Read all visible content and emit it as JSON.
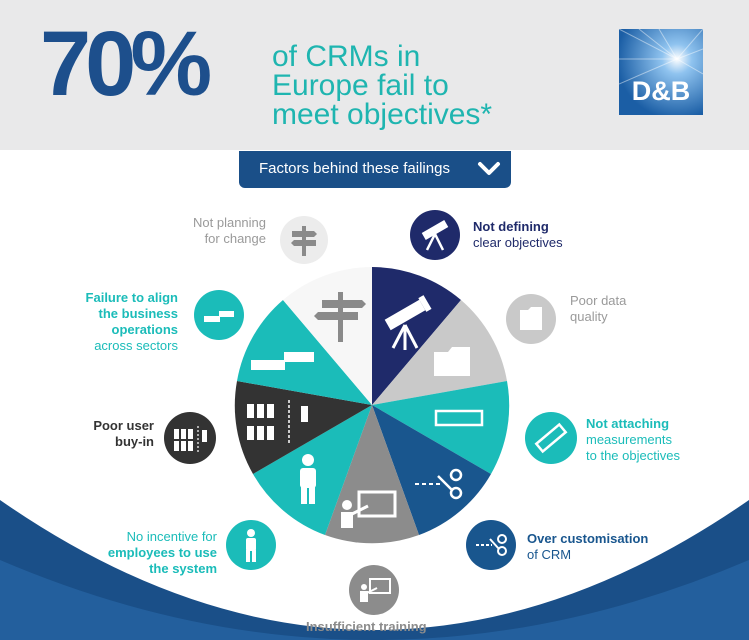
{
  "headline": {
    "percent": "70%",
    "line1": "of CRMs in",
    "line2": "Europe fail to",
    "line3": "meet objectives*"
  },
  "logo": {
    "text": "D&B"
  },
  "tab": {
    "label": "Factors behind these failings"
  },
  "factors": {
    "not_planning": {
      "line1": "Not planning",
      "line2": "for change"
    },
    "not_defining": {
      "line1": "Not defining",
      "line2": "clear objectives"
    },
    "poor_data": {
      "line1": "Poor data",
      "line2": "quality"
    },
    "not_attaching": {
      "line1": "Not attaching",
      "line2": "measurements",
      "line3": "to the objectives"
    },
    "over_custom": {
      "line1": "Over customisation",
      "line2": "of CRM"
    },
    "insufficient": {
      "line1": "Insufficient training"
    },
    "no_incentive": {
      "line1": "No incentive for",
      "line2": "employees to use",
      "line3": "the system"
    },
    "poor_user": {
      "line1": "Poor user",
      "line2": "buy-in"
    },
    "failure_align": {
      "line1": "Failure to align",
      "line2": "the business",
      "line3": "operations",
      "line4": "across sectors"
    }
  },
  "colors": {
    "navy": "#1f2a6a",
    "lightgrey": "#c9c9c9",
    "teal": "#1bbcb9",
    "blue": "#19568e",
    "grey": "#8c8c8c",
    "dark": "#333333",
    "pale": "#f7f7f7"
  }
}
